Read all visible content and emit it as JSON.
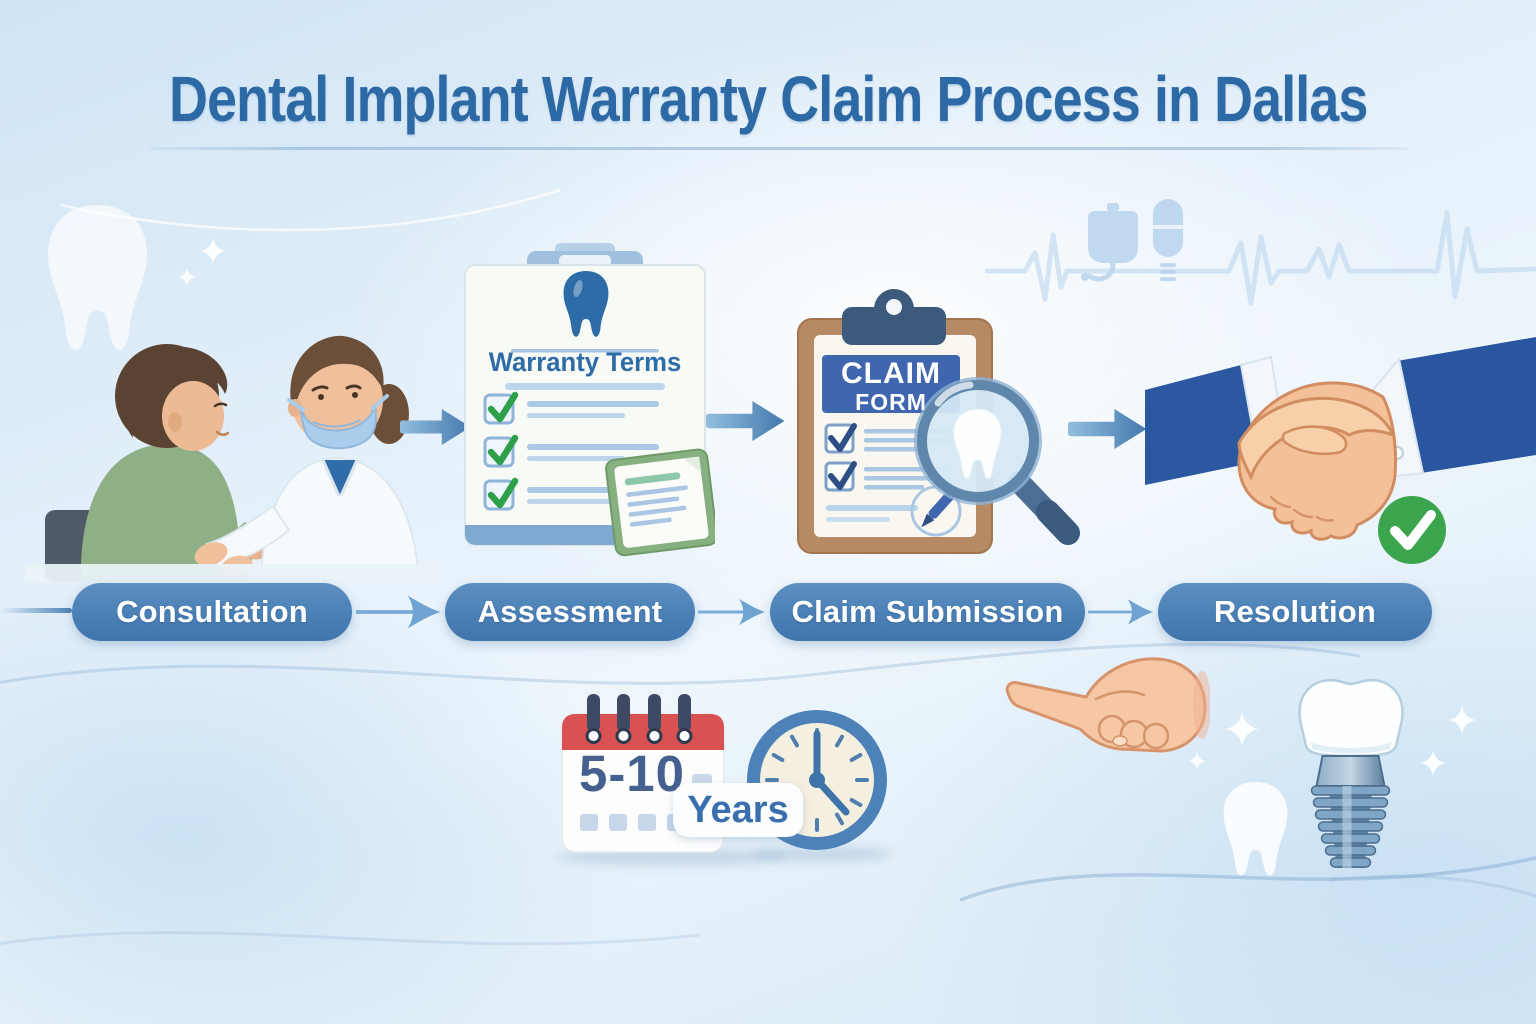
{
  "title": {
    "text": "Dental Implant Warranty Claim Process in Dallas"
  },
  "steps": [
    {
      "label": "Consultation"
    },
    {
      "label": "Assessment"
    },
    {
      "label": "Claim Submission"
    },
    {
      "label": "Resolution"
    }
  ],
  "warranty_card": {
    "title": "Warranty Terms",
    "checked_items": 3
  },
  "claim_card": {
    "title_line1": "CLAIM",
    "title_line2": "FORM",
    "checked_items": 2
  },
  "duration": {
    "range": "5-10",
    "unit": "Years"
  },
  "icons": {
    "tooth": "molar-silhouette",
    "check": "green-checkmark",
    "magnifier": "magnifying-glass-over-tooth",
    "handshake": "two-hands-shaking",
    "success": "green-circle-white-check",
    "calendar": "red-top-calendar",
    "clock": "analog-clock",
    "pointing_hand": "hand-pointing-left",
    "implant": "dental-implant-screw-with-crown",
    "ekg": "heartbeat-line",
    "sparkle": "four-point-star"
  },
  "colors": {
    "title_blue": "#2d69a5",
    "pill_blue": "#4a80b6",
    "arrow_blue": "#5b92c6",
    "banner_blue": "#3f66ae",
    "check_green": "#2fa04a",
    "calendar_red": "#d95151",
    "background_blue": "#d9eaf6"
  }
}
